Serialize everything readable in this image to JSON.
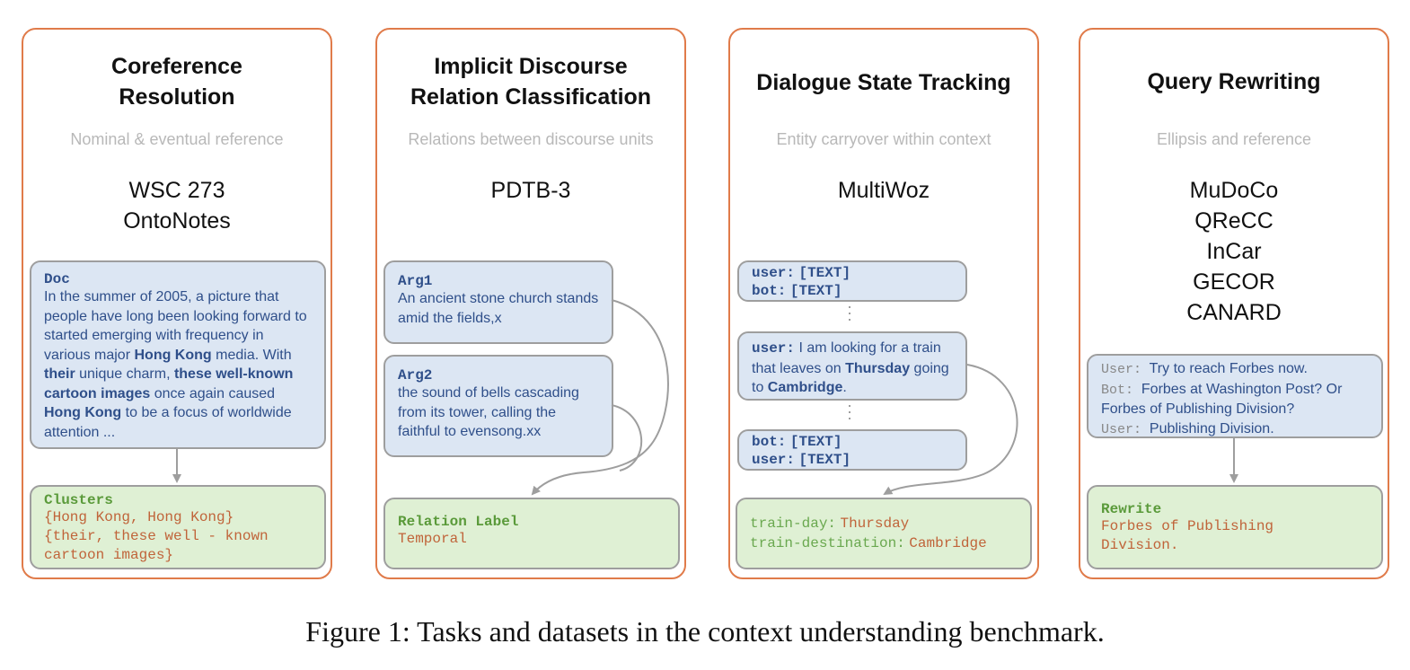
{
  "panels": [
    {
      "title_lines": [
        "Coreference",
        "Resolution"
      ],
      "subtitle": "Nominal & eventual reference",
      "datasets": [
        "WSC 273",
        "OntoNotes"
      ],
      "doc_head": "Doc",
      "doc_text": {
        "t1": "In the summer of 2005, a picture that people have long been looking forward to started emerging with frequency in various major ",
        "b1": "Hong Kong",
        "t2": " media. With ",
        "b2": "their",
        "t3": " unique charm, ",
        "b3": "these well-known cartoon images",
        "t4": " once again caused ",
        "b4": "Hong Kong",
        "t5": " to be a focus of worldwide attention ..."
      },
      "out_head": "Clusters",
      "out_text": "{Hong Kong, Hong Kong}\n{their, these well - known\ncartoon images}"
    },
    {
      "title_lines": [
        "Implicit Discourse",
        "Relation Classification"
      ],
      "subtitle": "Relations between discourse units",
      "datasets": [
        "PDTB-3"
      ],
      "arg1_head": "Arg1",
      "arg1_text": "An ancient stone church stands amid the fields,x",
      "arg2_head": "Arg2",
      "arg2_text": "the sound of bells cascading from its tower, calling the faithful to evensong.xx",
      "out_head": "Relation Label",
      "out_text": "Temporal"
    },
    {
      "title_lines": [
        "Dialogue State Tracking"
      ],
      "subtitle": "Entity carryover within context",
      "datasets": [
        "MultiWoz"
      ],
      "top_lines": [
        {
          "k": "user:",
          "v": "[TEXT]"
        },
        {
          "k": "bot:",
          "v": "[TEXT]"
        }
      ],
      "mid_key": "user:",
      "mid_text": {
        "t1": " I am looking for a train that leaves on ",
        "b1": "Thursday",
        "t2": " going to ",
        "b2": "Cambridge",
        "t3": "."
      },
      "bot_lines": [
        {
          "k": "bot:",
          "v": "[TEXT]"
        },
        {
          "k": "user:",
          "v": "[TEXT]"
        }
      ],
      "out_lines": [
        {
          "k": "train-day:",
          "v": "Thursday"
        },
        {
          "k": "train-destination:",
          "v": "Cambridge"
        }
      ]
    },
    {
      "title_lines": [
        "Query Rewriting"
      ],
      "subtitle": "Ellipsis and reference",
      "datasets": [
        "MuDoCo",
        "QReCC",
        "InCar",
        "GECOR",
        "CANARD"
      ],
      "dialog": [
        {
          "k": "User:",
          "v": "Try to reach Forbes now."
        },
        {
          "k": "Bot:",
          "v": "Forbes at Washington Post? Or Forbes of Publishing Division?"
        },
        {
          "k": "User:",
          "v": "Publishing Division."
        }
      ],
      "out_head": "Rewrite",
      "out_text": "Forbes of Publishing\nDivision."
    }
  ],
  "caption": "Figure 1: Tasks and datasets in the context understanding benchmark."
}
